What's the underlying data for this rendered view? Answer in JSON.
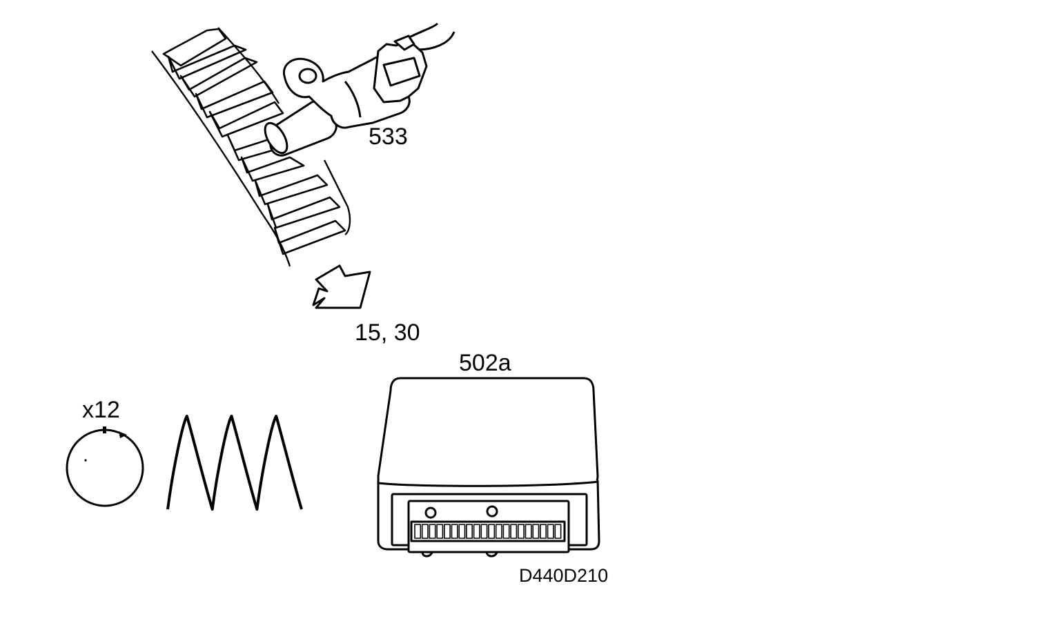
{
  "labels": {
    "sensor": "533",
    "power": "15, 30",
    "control_unit": "502a",
    "multiplier": "x12",
    "figure_code": "D440D210"
  },
  "connector": {
    "pin_count": 20
  },
  "waveform": {
    "peaks": 3
  },
  "colors": {
    "ink": "#000000",
    "paper": "#ffffff"
  }
}
